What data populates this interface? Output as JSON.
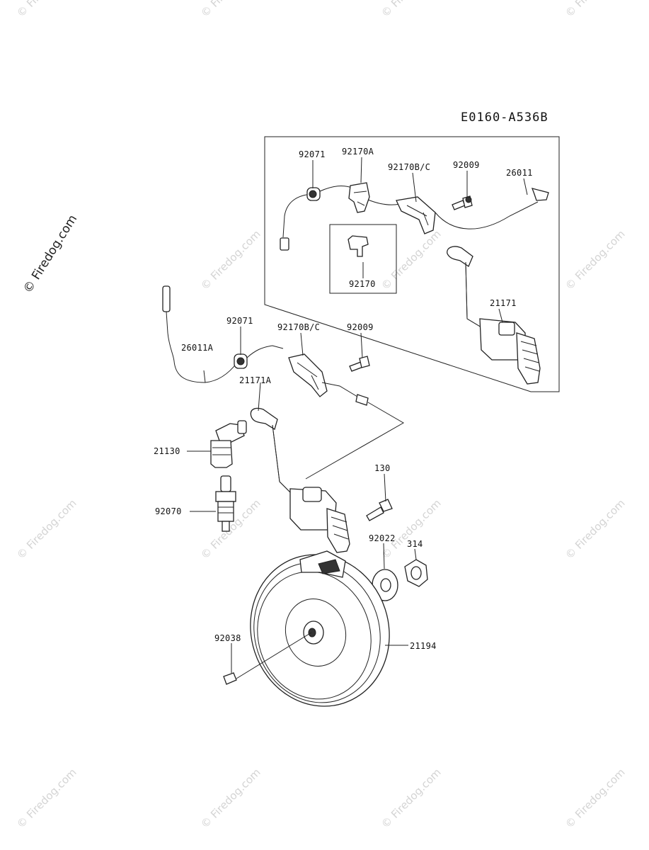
{
  "diagram": {
    "code": "E0160-A536B",
    "watermark": "© Firedog.com",
    "parts": {
      "p92071_top": "92071",
      "p92170A": "92170A",
      "p92170BC_top": "92170B/C",
      "p92009_top": "92009",
      "p26011": "26011",
      "p92170": "92170",
      "p21171": "21171",
      "p92071": "92071",
      "p92170BC": "92170B/C",
      "p92009": "92009",
      "p26011A": "26011A",
      "p21171A": "21171A",
      "p21130": "21130",
      "p92070": "92070",
      "p130": "130",
      "p314": "314",
      "p92022": "92022",
      "p92038": "92038",
      "p21194": "21194"
    }
  }
}
